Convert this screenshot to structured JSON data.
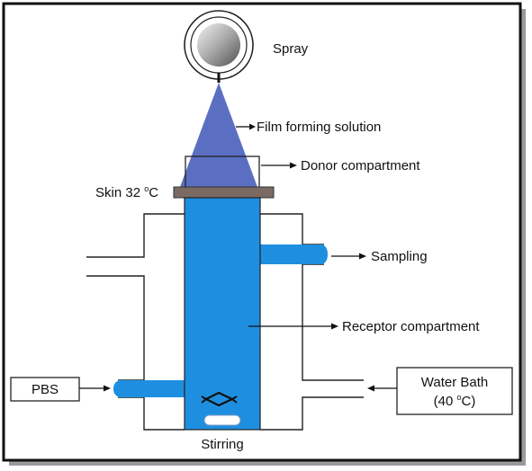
{
  "labels": {
    "spray": "Spray",
    "film": "Film forming solution",
    "donor": "Donor compartment",
    "skin_prefix": "Skin 32 ",
    "skin_deg": "o",
    "skin_unit": "C",
    "sampling": "Sampling",
    "receptor": "Receptor compartment",
    "pbs": "PBS",
    "water_line1": "Water Bath",
    "water_line2_open": "(40 ",
    "water_line2_deg": "o",
    "water_line2_close": "C)",
    "stirring": "Stirring"
  },
  "colors": {
    "liquid": "#1e8fe0",
    "spray_cone": "#5b6fc2",
    "skin": "#7a6a62",
    "outline": "#222222",
    "frame": "#111111"
  },
  "icons": {
    "stir_bar": "stir-bar-icon",
    "spray_nozzle": "spray-nozzle-icon"
  }
}
